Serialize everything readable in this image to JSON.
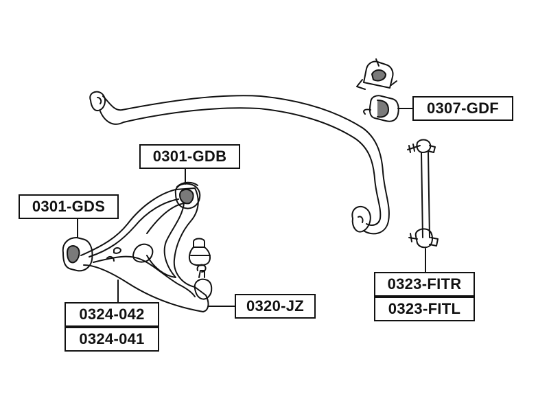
{
  "parts": {
    "lower_arm_bushing": "0301-GDS",
    "lower_arm_rear_bushing": "0301-GDB",
    "stabilizer_bushing": "0307-GDF",
    "ball_joint": "0320-JZ",
    "lower_arm_right": "0324-042",
    "lower_arm_left": "0324-041",
    "stabilizer_link_right": "0323-FITR",
    "stabilizer_link_left": "0323-FITL"
  },
  "colors": {
    "line": "#111111",
    "shade": "#7a7a7a",
    "background": "#ffffff"
  }
}
